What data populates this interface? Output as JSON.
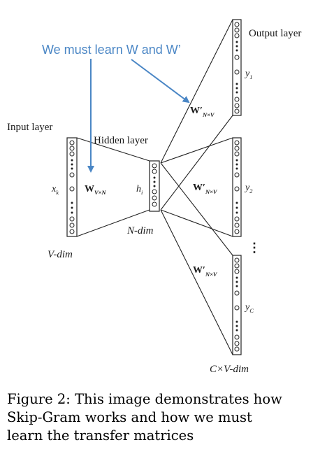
{
  "annotation": {
    "text": "We must learn W and W’",
    "color": "#4a86c5"
  },
  "layers": {
    "input_label": "Input layer",
    "hidden_label": "Hidden layer",
    "output_label": "Output layer"
  },
  "symbols": {
    "xk_main": "x",
    "xk_sub": "k",
    "hi_main": "h",
    "hi_sub": "i",
    "w_main": "W",
    "w_sub": "V×N",
    "wp_main": "W′",
    "wp_sub": "N×V",
    "y1_main": "y",
    "y1_sub": "1",
    "y2_main": "y",
    "y2_sub": "2",
    "yc_main": "y",
    "yc_sub": "C",
    "v_dim": "V-dim",
    "n_dim": "N-dim",
    "cv_dim": "C×V-dim",
    "vdots": "⋮"
  },
  "caption": {
    "line1": "Figure 2: This image demonstrates how",
    "line2": "Skip-Gram works and how we must",
    "line3": "learn the transfer matrices"
  }
}
